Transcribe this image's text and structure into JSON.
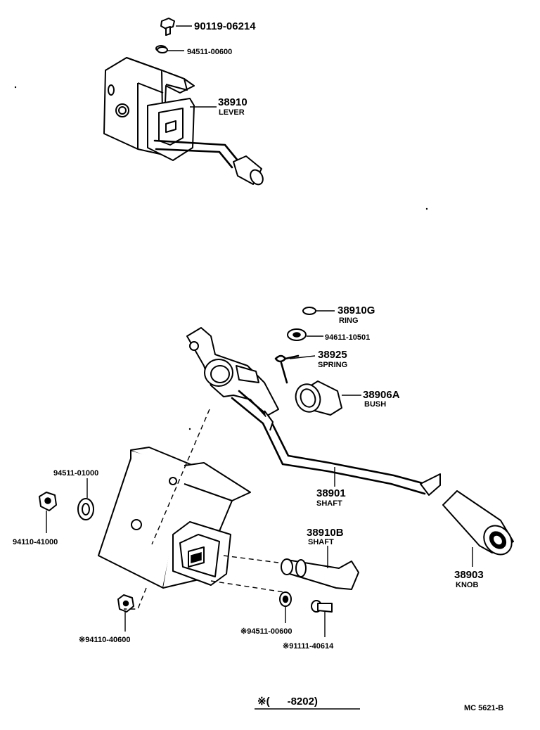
{
  "callouts": {
    "c1": {
      "number": "90119-06214",
      "name": ""
    },
    "c2": {
      "number": "94511-00600",
      "name": ""
    },
    "c3": {
      "number": "38910",
      "name": "LEVER"
    },
    "c4": {
      "number": "38910G",
      "name": "RING"
    },
    "c5": {
      "number": "94611-10501",
      "name": ""
    },
    "c6": {
      "number": "38925",
      "name": "SPRING"
    },
    "c7": {
      "number": "38906A",
      "name": "BUSH"
    },
    "c8": {
      "number": "94511-01000",
      "name": ""
    },
    "c9": {
      "number": "38901",
      "name": "SHAFT"
    },
    "c10": {
      "number": "94110-41000",
      "name": ""
    },
    "c11": {
      "number": "38910B",
      "name": "SHAFT"
    },
    "c12": {
      "number": "38903",
      "name": "KNOB"
    },
    "c13": {
      "number": "※94110-40600",
      "name": ""
    },
    "c14": {
      "number": "※94511-00600",
      "name": ""
    },
    "c15": {
      "number": "※91111-40614",
      "name": ""
    }
  },
  "footnote": "※(      -8202)",
  "diagram_code": "MC 5621-B"
}
